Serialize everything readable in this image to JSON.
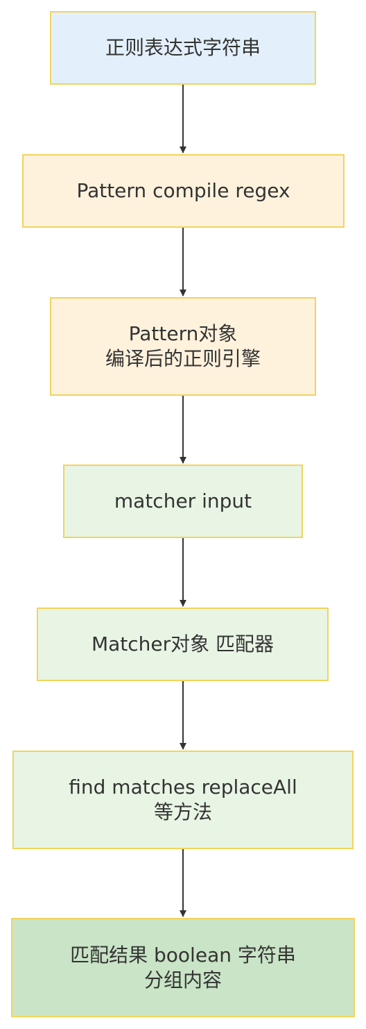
{
  "colors": {
    "edge": "#333333",
    "node_border": "#f2d35c",
    "text": "#333333"
  },
  "nodes": [
    {
      "id": "regex-string",
      "lines": [
        "正则表达式字符串"
      ],
      "fill": "#e3f0fb"
    },
    {
      "id": "compile",
      "lines": [
        "Pattern compile regex"
      ],
      "fill": "#fff2dd"
    },
    {
      "id": "pattern-object",
      "lines": [
        "Pattern对象",
        "编译后的正则引擎"
      ],
      "fill": "#fff2dd"
    },
    {
      "id": "matcher-input",
      "lines": [
        "matcher input"
      ],
      "fill": "#e8f5e4"
    },
    {
      "id": "matcher-object",
      "lines": [
        "Matcher对象 匹配器"
      ],
      "fill": "#e8f5e4"
    },
    {
      "id": "methods",
      "lines": [
        "find matches replaceAll",
        "等方法"
      ],
      "fill": "#e8f5e4"
    },
    {
      "id": "result",
      "lines": [
        "匹配结果 boolean 字符串",
        "分组内容"
      ],
      "fill": "#c9e4c6"
    }
  ],
  "edges": [
    {
      "from": "regex-string",
      "to": "compile"
    },
    {
      "from": "compile",
      "to": "pattern-object"
    },
    {
      "from": "pattern-object",
      "to": "matcher-input"
    },
    {
      "from": "matcher-input",
      "to": "matcher-object"
    },
    {
      "from": "matcher-object",
      "to": "methods"
    },
    {
      "from": "methods",
      "to": "result"
    }
  ]
}
